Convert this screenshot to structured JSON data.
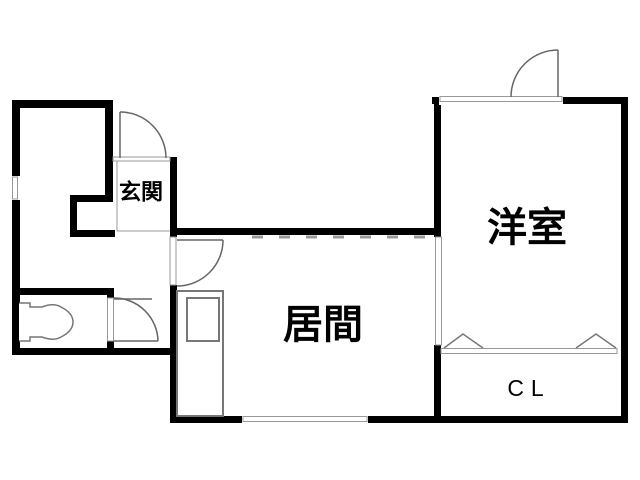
{
  "page": {
    "background": "#ffffff"
  },
  "floorplan": {
    "rooms": {
      "genkan": {
        "label": "玄関"
      },
      "living": {
        "label": "居間"
      },
      "western_room": {
        "label": "洋室"
      },
      "closet": {
        "label": "CL"
      }
    },
    "colors": {
      "wall": "#000000",
      "door_line": "#666666",
      "fixture_line": "#777777",
      "inner_line": "#999999",
      "background": "#ffffff",
      "text": "#000000"
    },
    "symbols": {
      "door_swing": "door-swing-arc",
      "folding_door": "folding-door-triangle",
      "window": "window-double-line",
      "toilet": "toilet-symbol",
      "kitchen_counter": "kitchen-counter",
      "sink": "sink-square",
      "overhead": "dashed-overhead-line"
    }
  }
}
